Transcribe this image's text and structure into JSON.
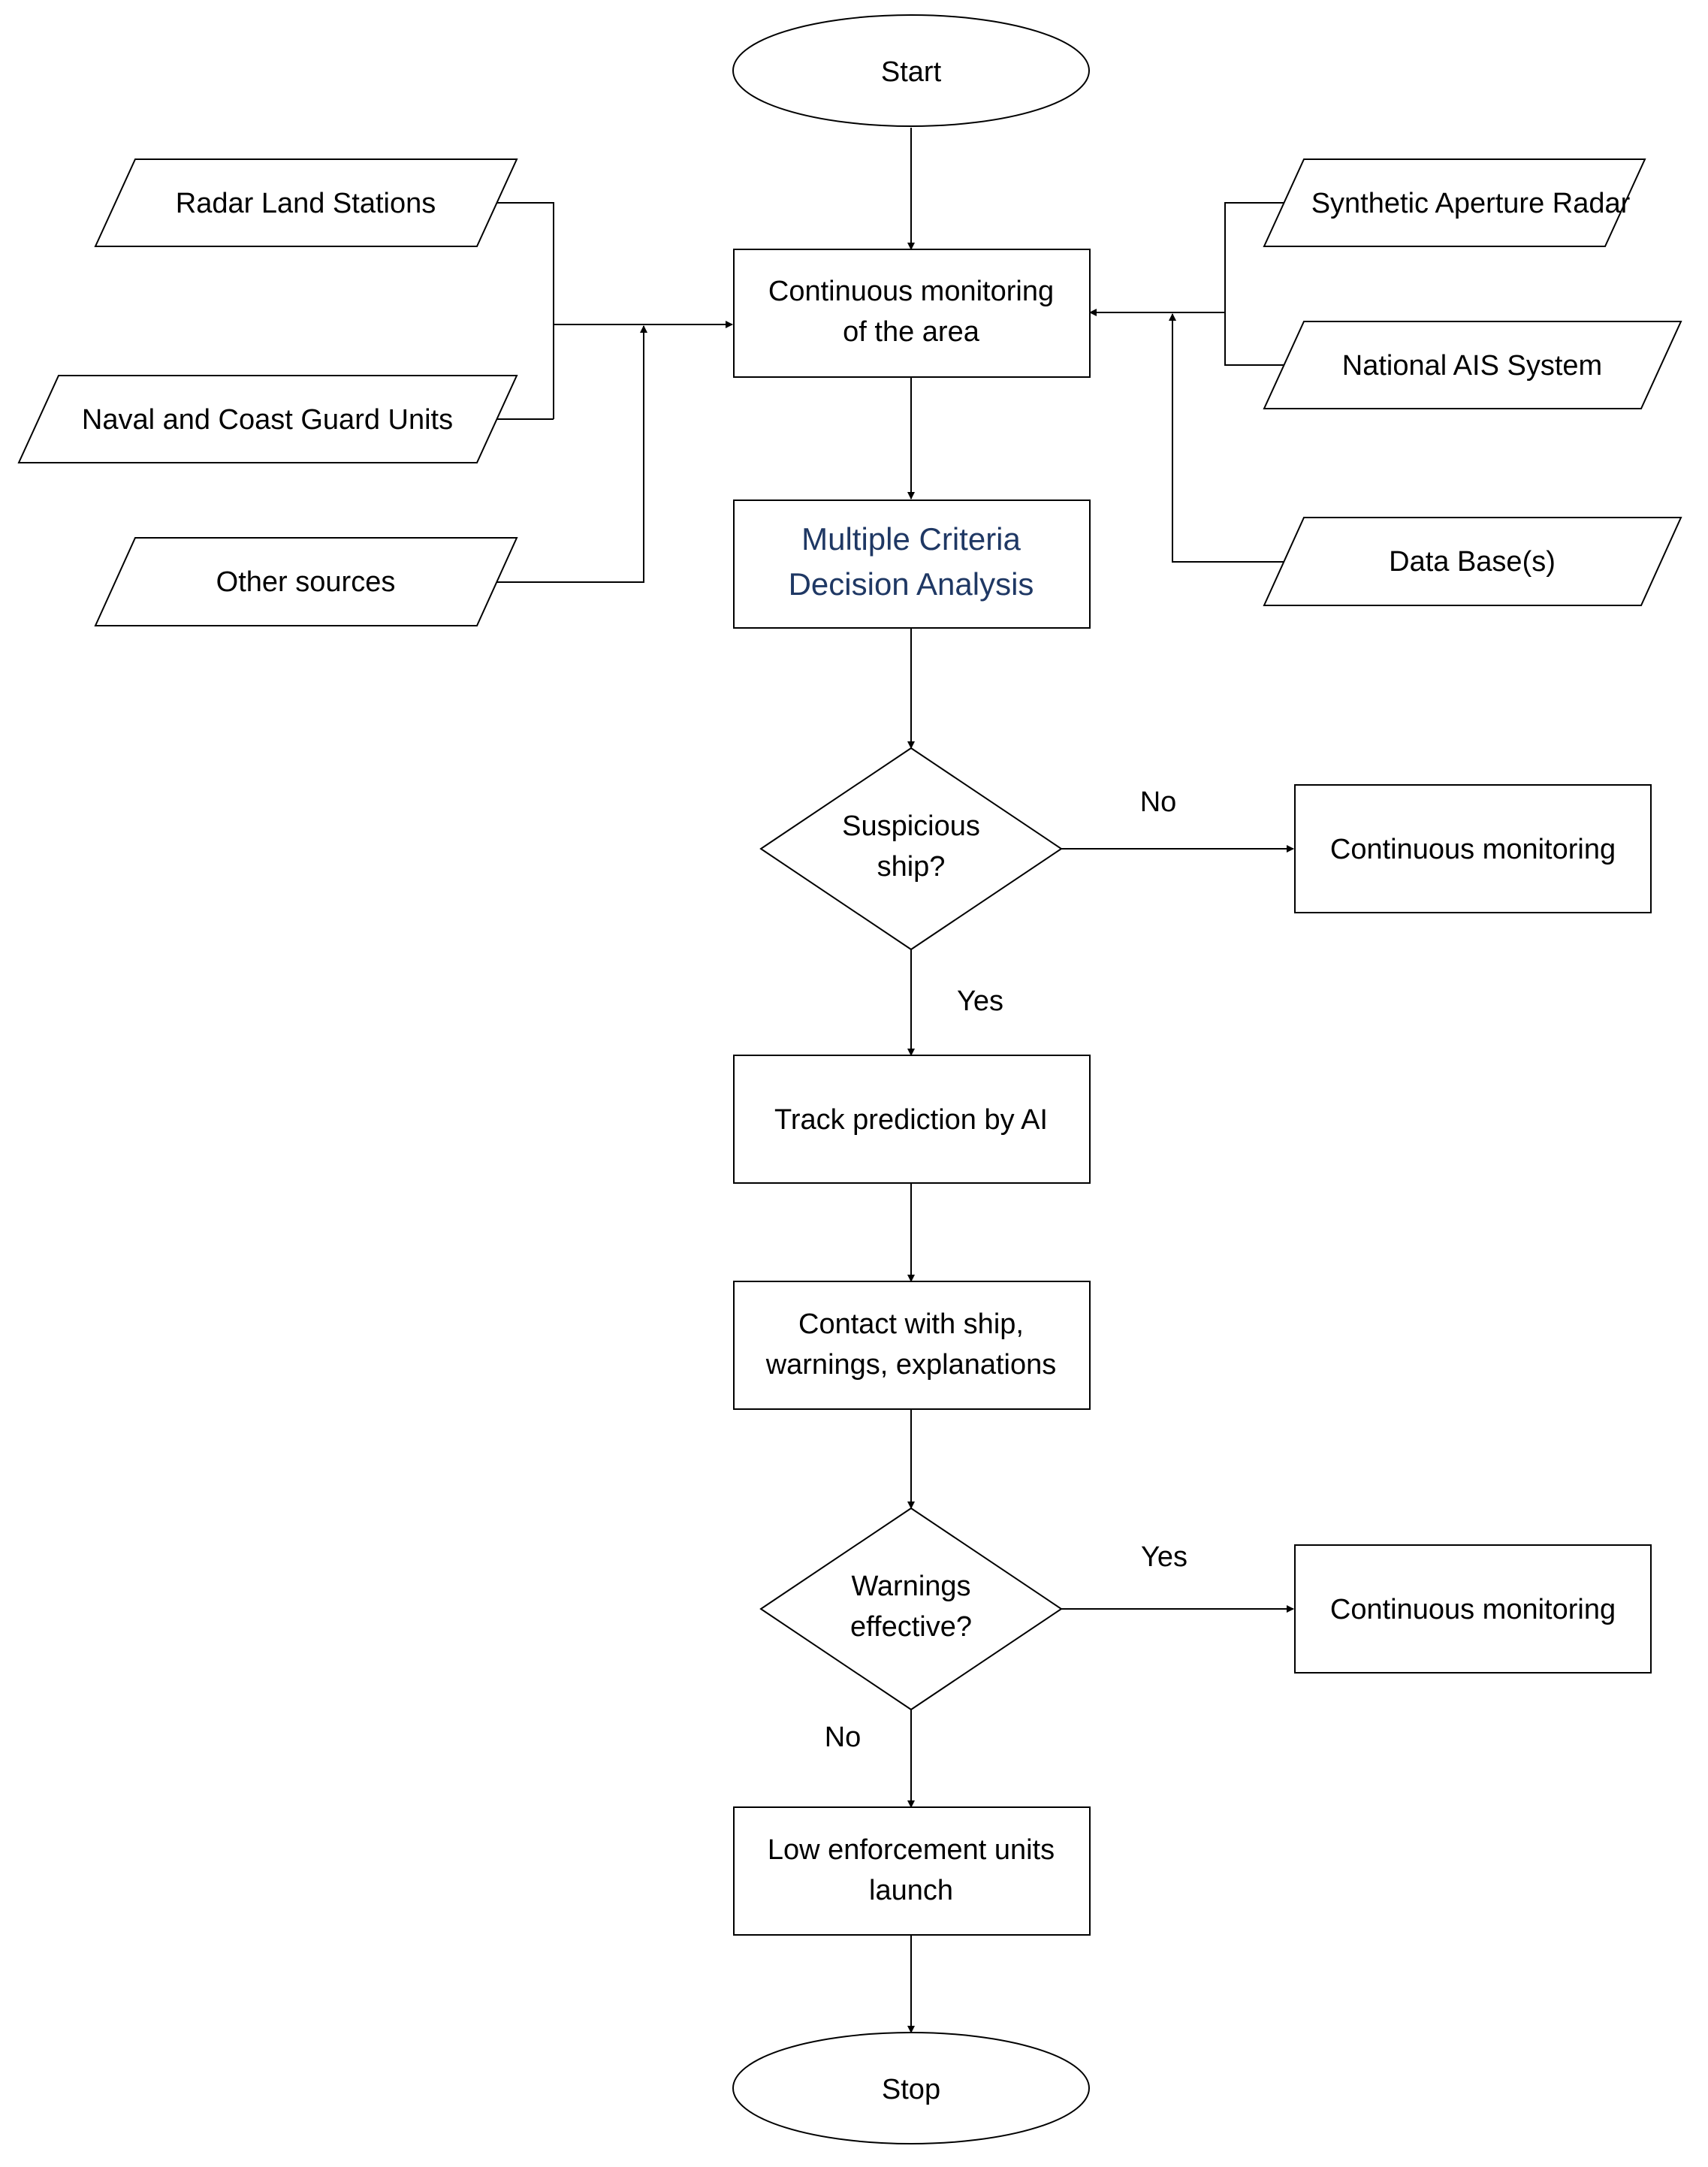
{
  "nodes": {
    "start": "Start",
    "stop": "Stop",
    "monitor_area": [
      "Continuous monitoring",
      "of the area"
    ],
    "mcda": [
      "Multiple Criteria",
      "Decision Analysis"
    ],
    "suspicious": [
      "Suspicious",
      "ship?"
    ],
    "track": "Track prediction by AI",
    "contact": [
      "Contact with ship,",
      "warnings, explanations"
    ],
    "warnings": [
      "Warnings",
      "effective?"
    ],
    "law_units": [
      "Low enforcement units",
      "launch"
    ],
    "cont_mon_1": "Continuous monitoring",
    "cont_mon_2": "Continuous monitoring"
  },
  "sources": {
    "radar_land": "Radar Land Stations",
    "naval": "Naval and Coast Guard Units",
    "other": "Other sources",
    "sar": "Synthetic Aperture Radar",
    "ais": "National AIS System",
    "database": "Data Base(s)"
  },
  "edge_labels": {
    "susp_no": "No",
    "susp_yes": "Yes",
    "warn_yes": "Yes",
    "warn_no": "No"
  },
  "colors": {
    "mcda_text": "#1f3864"
  }
}
